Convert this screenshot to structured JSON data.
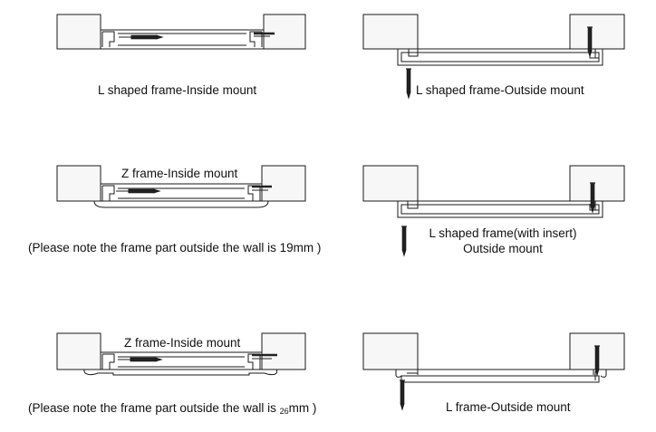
{
  "diagrams": [
    {
      "caption": "L shaped frame-Inside mount"
    },
    {
      "caption": "L shaped frame-Outside  mount"
    },
    {
      "caption": "Z  frame-Inside mount",
      "note": "(Please note the frame part outside the wall is 19mm )"
    },
    {
      "caption_line1": "L shaped frame(with insert)",
      "caption_line2": "Outside  mount"
    },
    {
      "caption": "Z  frame-Inside mount",
      "note_prefix": "(Please note the frame part outside the wall is ",
      "note_value": "26",
      "note_suffix": "mm )"
    },
    {
      "caption": "L  frame-Outside  mount"
    }
  ],
  "colors": {
    "line": "#1a1a1a",
    "wall_fill": "#f7f7f7",
    "screw": "#222222"
  }
}
